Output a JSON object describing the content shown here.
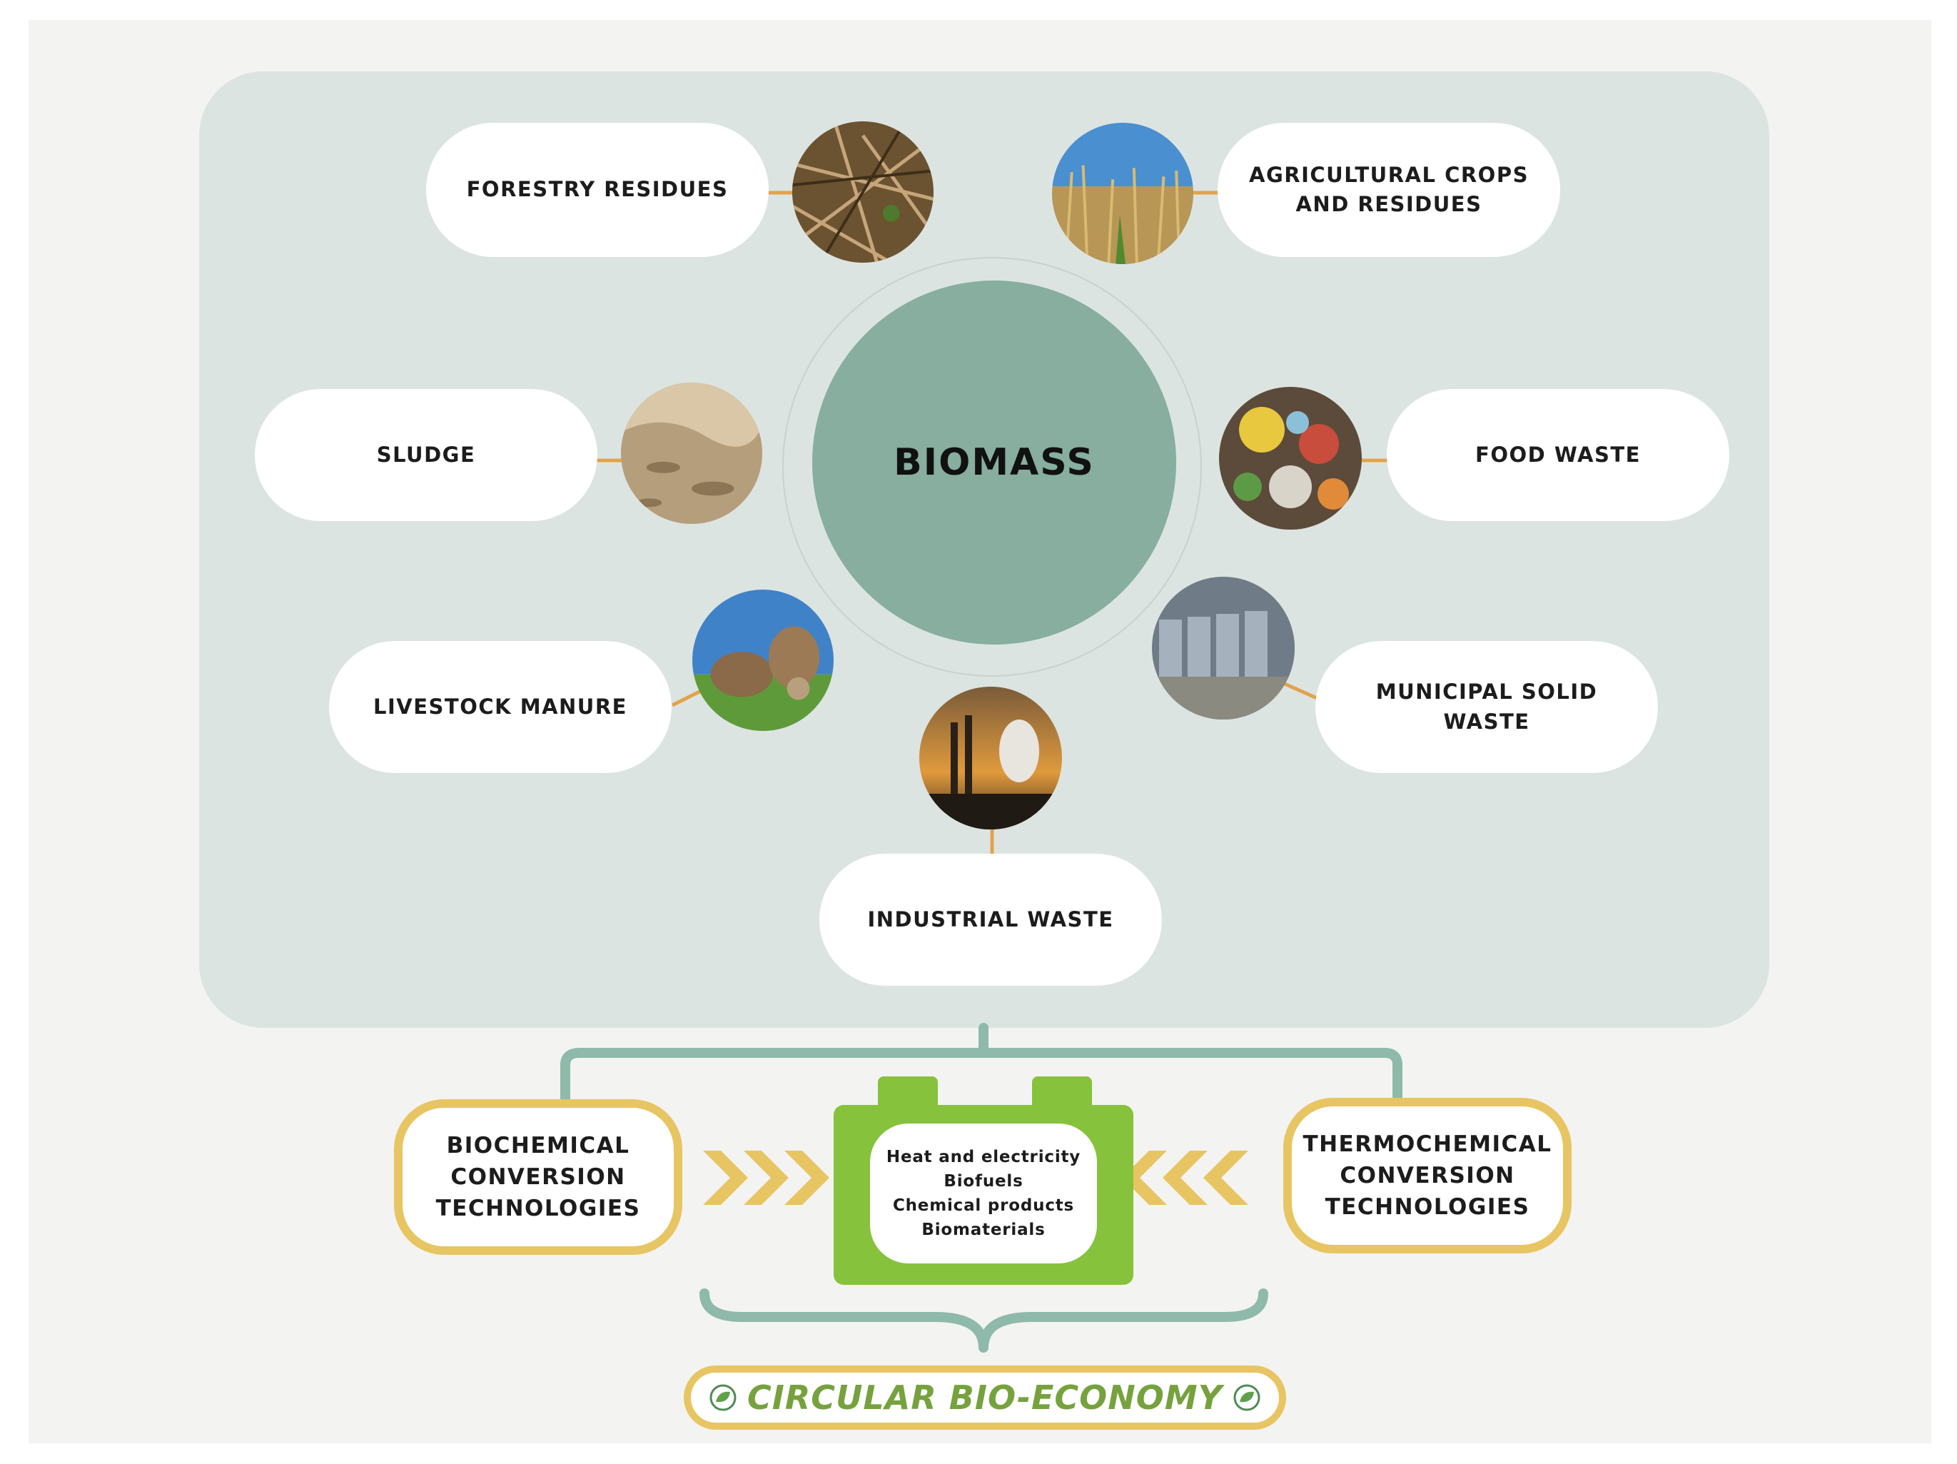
{
  "colors": {
    "panel": "#dce4e1",
    "biomass_fill": "#87ae9f",
    "connector_teal": "#8fb9aa",
    "connector_orange": "#e2a34a",
    "tech_border": "#e8c563",
    "battery_green": "#86c23c",
    "economy_text": "#76a23e"
  },
  "center": {
    "label": "BIOMASS"
  },
  "sources": [
    {
      "id": "forestry",
      "label": "FORESTRY RESIDUES",
      "icon": "forestry-residues-photo"
    },
    {
      "id": "agri",
      "label": "AGRICULTURAL CROPS AND RESIDUES",
      "label_lines": [
        "AGRICULTURAL CROPS",
        "AND RESIDUES"
      ],
      "icon": "agricultural-crops-photo"
    },
    {
      "id": "sludge",
      "label": "SLUDGE",
      "icon": "sludge-photo"
    },
    {
      "id": "food",
      "label": "FOOD WASTE",
      "icon": "food-waste-photo"
    },
    {
      "id": "livestock",
      "label": "LIVESTOCK MANURE",
      "icon": "livestock-manure-photo"
    },
    {
      "id": "municipal",
      "label": "MUNICIPAL SOLID WASTE",
      "icon": "municipal-solid-waste-photo"
    },
    {
      "id": "industrial",
      "label": "INDUSTRIAL WASTE",
      "icon": "industrial-waste-photo"
    }
  ],
  "technologies": {
    "biochemical": [
      "BIOCHEMICAL",
      "CONVERSION",
      "TECHNOLOGIES"
    ],
    "thermochemical": [
      "THERMOCHEMICAL",
      "CONVERSION",
      "TECHNOLOGIES"
    ]
  },
  "products": [
    "Heat and electricity",
    "Biofuels",
    "Chemical products",
    "Biomaterials"
  ],
  "outcome": {
    "label": "CIRCULAR BIO-ECONOMY",
    "icon": "leaf-globe-icon"
  }
}
